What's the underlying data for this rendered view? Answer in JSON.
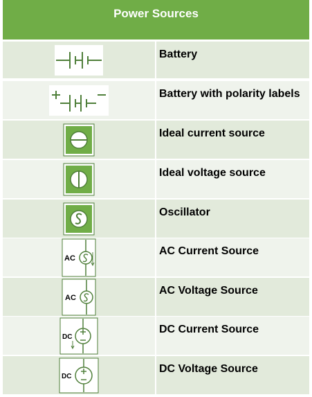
{
  "table": {
    "header": "Power Sources",
    "rows": [
      {
        "name": "Battery",
        "icon": "battery-icon"
      },
      {
        "name": "Battery with polarity labels",
        "icon": "battery-polarity-icon"
      },
      {
        "name": "Ideal current source",
        "icon": "ideal-current-source-icon"
      },
      {
        "name": "Ideal voltage source",
        "icon": "ideal-voltage-source-icon"
      },
      {
        "name": "Oscillator",
        "icon": "oscillator-icon"
      },
      {
        "name": "AC Current Source",
        "icon": "ac-current-source-icon",
        "symbol_text": "AC"
      },
      {
        "name": "AC Voltage Source",
        "icon": "ac-voltage-source-icon",
        "symbol_text": "AC"
      },
      {
        "name": "DC Current Source",
        "icon": "dc-current-source-icon",
        "symbol_text": "DC"
      },
      {
        "name": "DC Voltage Source",
        "icon": "dc-voltage-source-icon",
        "symbol_text": "DC"
      }
    ],
    "colors": {
      "header": "#70ad47",
      "row_dark": "#e2eadb",
      "row_light": "#eff3ec",
      "symbol": "#4f7f3a"
    }
  }
}
